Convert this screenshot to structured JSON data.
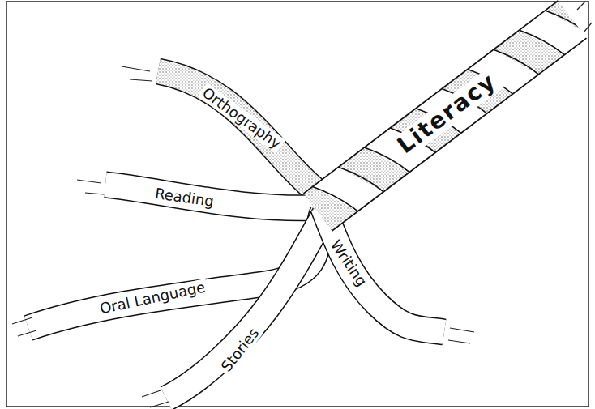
{
  "diagram": {
    "labels": [
      "Orthography",
      "Reading",
      "Oral Language",
      "Stories",
      "Writing",
      "Literacy"
    ]
  }
}
